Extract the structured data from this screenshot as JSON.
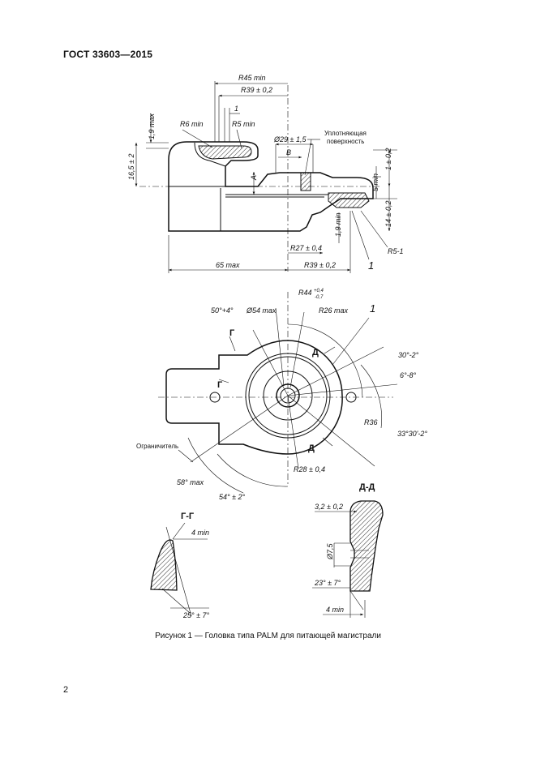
{
  "header": {
    "standard": "ГОСТ 33603—2015"
  },
  "figure": {
    "caption": "Рисунок 1 — Головка типа PALM для питающей магистрали",
    "top_view": {
      "r45": "R45 min",
      "r39_top": "R39 ± 0,2",
      "one_mm": "1",
      "r6": "R6 min",
      "r5": "R5 min",
      "d29": "Ø29 ± 1,5",
      "seal_line1": "Уплотняющая",
      "seal_line2": "поверхность",
      "b_label": "B",
      "a_label": "A",
      "h1_9_top": "1,9 max",
      "h16_5": "16,5 ± 2",
      "h5": "5 min",
      "h1": "1 ± 0,2",
      "h14": "14 ± 0,2",
      "h1_9_bottom": "1,9 min",
      "r27": "R27 ± 0,4",
      "r5_1": "R5-1",
      "w65": "65 max",
      "r39_bottom": "R39 ± 0,2",
      "leader_one": "1"
    },
    "plan_view": {
      "r44": "R44",
      "r44_tol_up": "+0,4",
      "r44_tol_dn": "-0,7",
      "a50": "50°+4°",
      "d54": "Ø54 max",
      "r26": "R26 max",
      "leader_one": "1",
      "g_sec": "Г",
      "d_sec": "Д",
      "a30": "30°-2°",
      "a6": "6°-8°",
      "r36": "R36",
      "a33": "33°30'-2°",
      "limiter": "Ограничитель",
      "a58": "58° max",
      "a54": "54° ± 2°",
      "r28": "R28 ± 0,4"
    },
    "section_gg": {
      "title": "Г-Г",
      "w4": "4 min",
      "a25": "25° ± 7°"
    },
    "section_dd": {
      "title": "Д-Д",
      "t32": "3,2 ± 0,2",
      "h7_5": "Ø7,5",
      "a23": "23° ± 7°",
      "w4": "4 min"
    }
  }
}
